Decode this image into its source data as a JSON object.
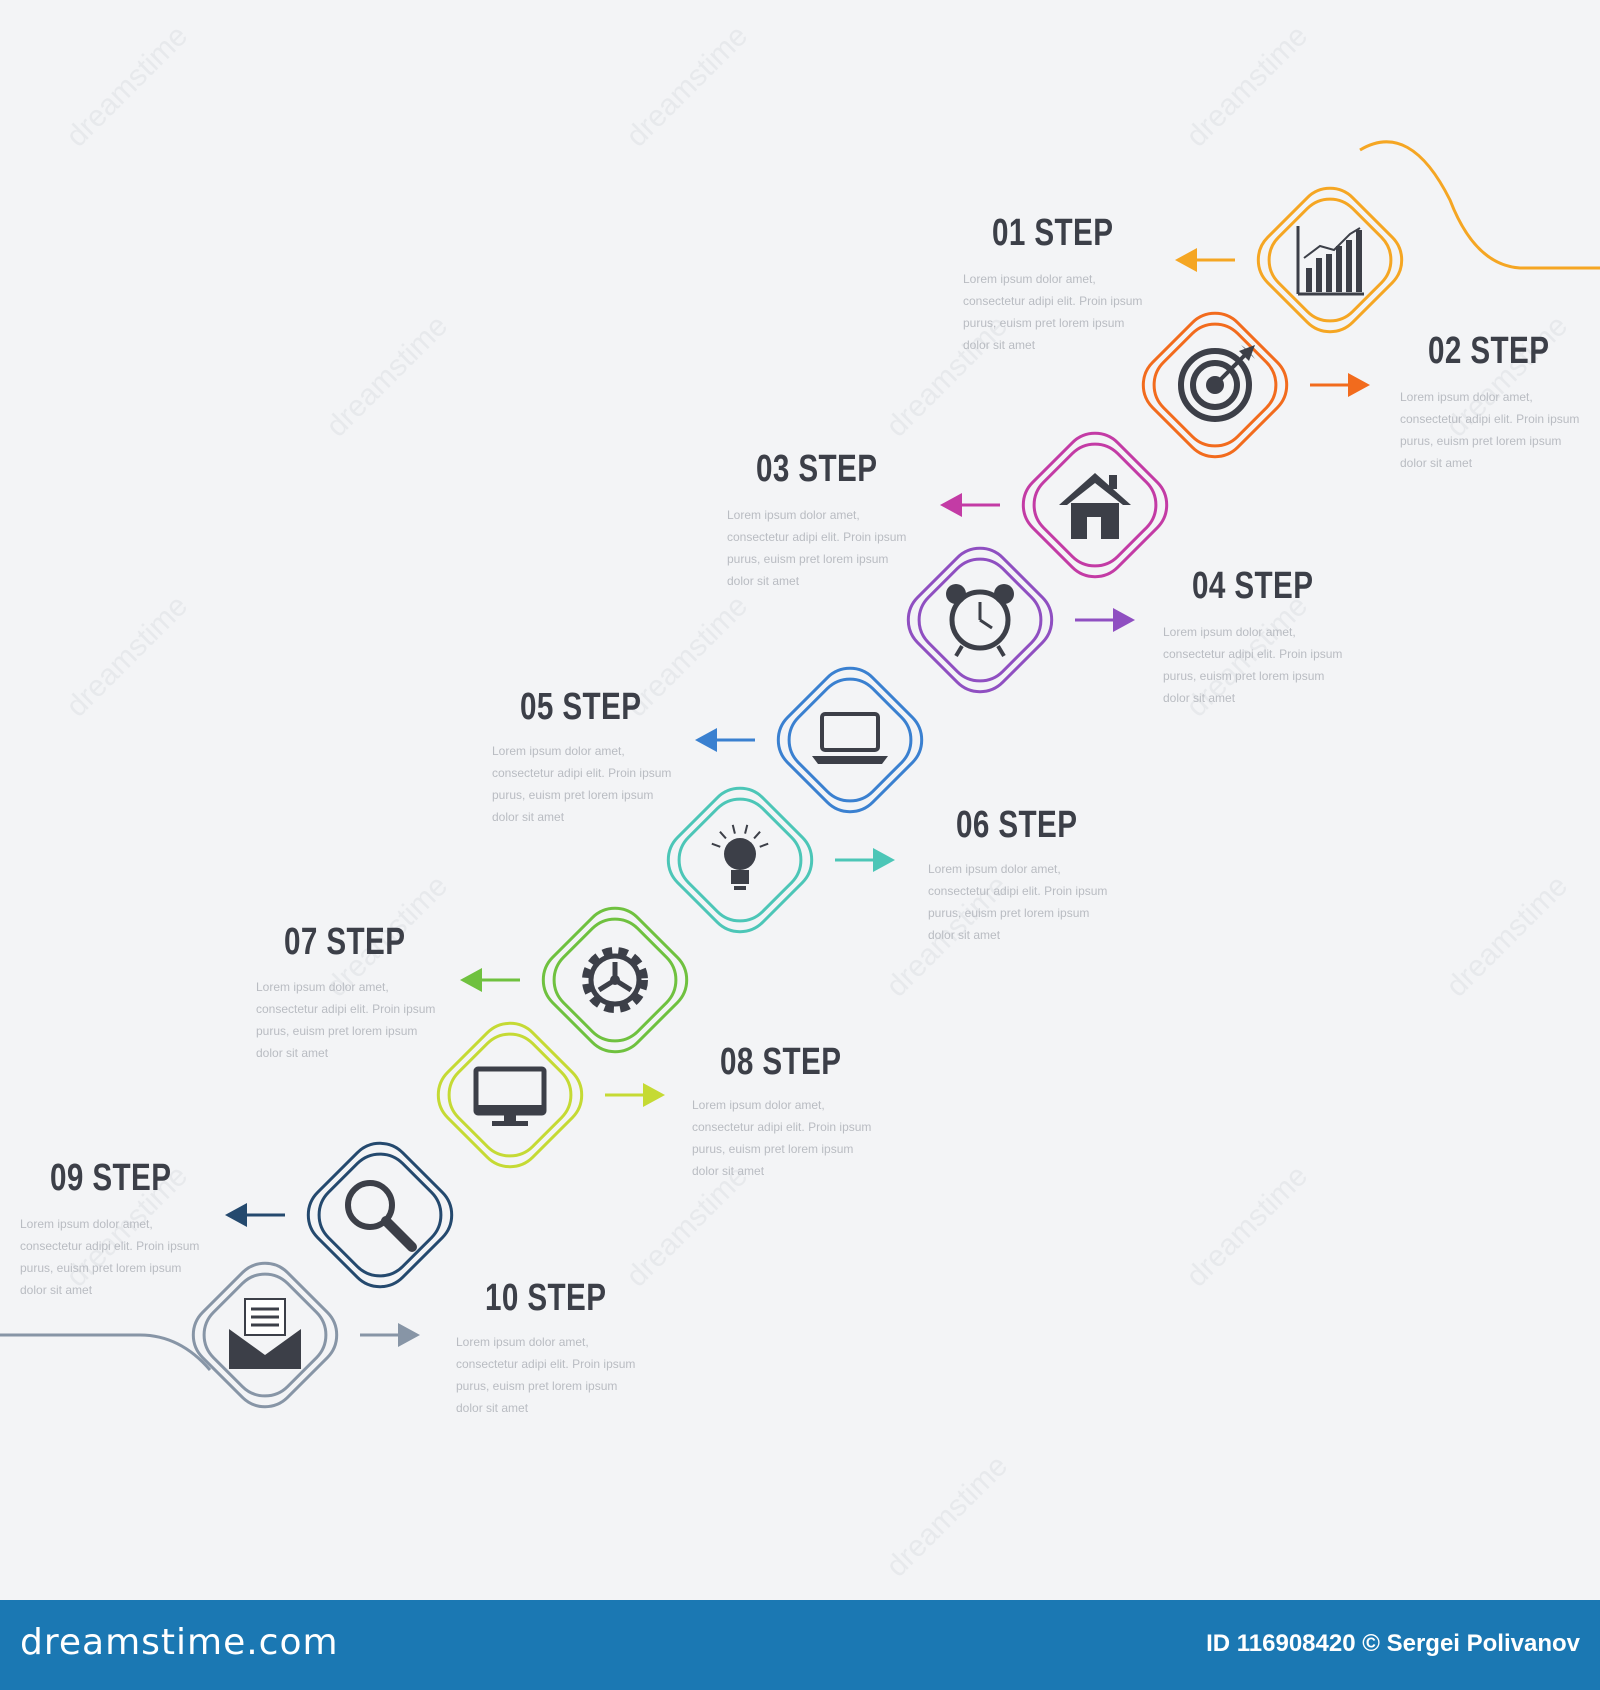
{
  "steps": [
    {
      "label": "01 STEP",
      "icon": "bar-chart-icon",
      "color": "#f5a623",
      "desc": "Lorem ipsum dolor amet, consectetur adipi elit. Proin ipsum purus, euism pret lorem ipsum dolor sit amet"
    },
    {
      "label": "02 STEP",
      "icon": "target-icon",
      "color": "#f26b1d",
      "desc": "Lorem ipsum dolor amet, consectetur adipi elit. Proin ipsum purus, euism pret lorem ipsum dolor sit amet"
    },
    {
      "label": "03 STEP",
      "icon": "home-icon",
      "color": "#c33ba5",
      "desc": "Lorem ipsum dolor amet, consectetur adipi elit. Proin ipsum purus, euism pret lorem ipsum dolor sit amet"
    },
    {
      "label": "04 STEP",
      "icon": "alarm-clock-icon",
      "color": "#8f4fc1",
      "desc": "Lorem ipsum dolor amet, consectetur adipi elit. Proin ipsum purus, euism pret lorem ipsum dolor sit amet"
    },
    {
      "label": "05 STEP",
      "icon": "laptop-icon",
      "color": "#3a80d0",
      "desc": "Lorem ipsum dolor amet, consectetur adipi elit. Proin ipsum purus, euism pret lorem ipsum dolor sit amet"
    },
    {
      "label": "06 STEP",
      "icon": "light-bulb-icon",
      "color": "#4cc6b7",
      "desc": "Lorem ipsum dolor amet, consectetur adipi elit. Proin ipsum purus, euism pret lorem ipsum dolor sit amet"
    },
    {
      "label": "07 STEP",
      "icon": "gear-icon",
      "color": "#6fc13f",
      "desc": "Lorem ipsum dolor amet, consectetur adipi elit. Proin ipsum purus, euism pret lorem ipsum dolor sit amet"
    },
    {
      "label": "08 STEP",
      "icon": "monitor-icon",
      "color": "#c5da34",
      "desc": "Lorem ipsum dolor amet, consectetur adipi elit. Proin ipsum purus, euism pret lorem ipsum dolor sit amet"
    },
    {
      "label": "09 STEP",
      "icon": "magnifier-icon",
      "color": "#24496e",
      "desc": "Lorem ipsum dolor amet, consectetur adipi elit. Proin ipsum purus, euism pret lorem ipsum dolor sit amet"
    },
    {
      "label": "10 STEP",
      "icon": "envelope-icon",
      "color": "#8795a6",
      "desc": "Lorem ipsum dolor amet, consectetur adipi elit. Proin ipsum purus, euism pret lorem ipsum dolor sit amet"
    }
  ],
  "colors": {
    "background": "#f3f4f6",
    "footer": "#1b78b3",
    "icon": "#3c3f48",
    "label": "#3c3f48",
    "text": "#b9bcc2"
  },
  "watermark": {
    "text": "dreamstime"
  },
  "footer": {
    "brand": "dreamstime.com",
    "credit": "ID 116908420 © Sergei Polivanov"
  }
}
